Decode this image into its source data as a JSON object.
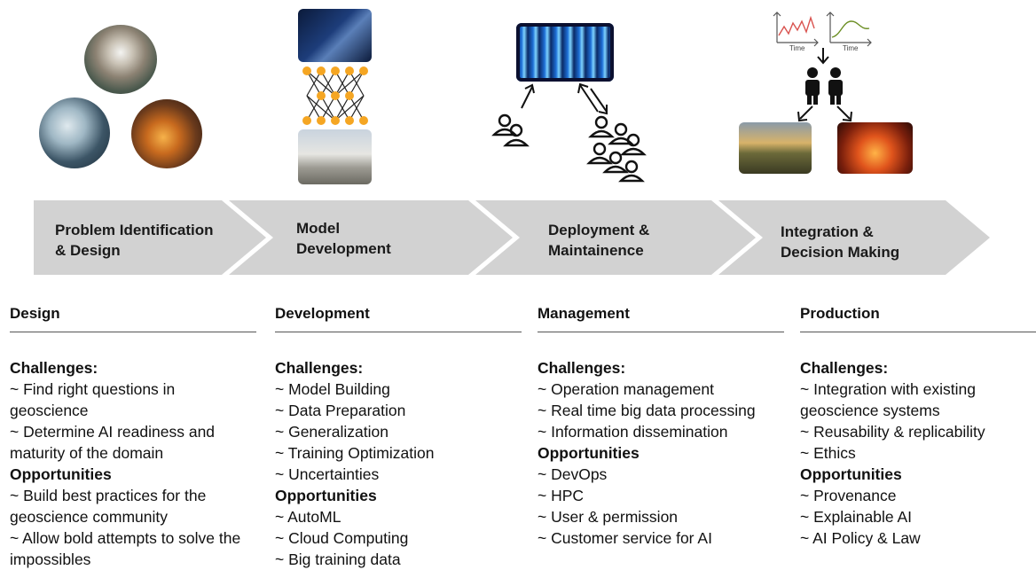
{
  "stages": [
    {
      "label": "Problem Identification\n& Design"
    },
    {
      "label": "Model\nDevelopment"
    },
    {
      "label": "Deployment &\nMaintainence"
    },
    {
      "label": "Integration &\nDecision Making"
    }
  ],
  "illustrations": {
    "trend_axis_label_1": "Time",
    "trend_axis_label_2": "Time"
  },
  "columns": [
    {
      "title": "Design",
      "challenges_heading": "Challenges:",
      "challenges": [
        " ~ Find right questions in geoscience",
        " ~ Determine AI readiness and maturity of the domain"
      ],
      "opportunities_heading": "Opportunities",
      "opportunities": [
        " ~ Build best practices for the geoscience community",
        " ~ Allow bold attempts to solve the impossibles"
      ]
    },
    {
      "title": "Development",
      "challenges_heading": "Challenges:",
      "challenges": [
        " ~ Model Building",
        " ~ Data Preparation",
        " ~ Generalization",
        " ~ Training Optimization",
        " ~ Uncertainties"
      ],
      "opportunities_heading": "Opportunities",
      "opportunities": [
        " ~ AutoML",
        " ~ Cloud Computing",
        " ~ Big training data"
      ]
    },
    {
      "title": "Management",
      "challenges_heading": "Challenges:",
      "challenges": [
        " ~ Operation management",
        " ~ Real time big data processing",
        " ~ Information dissemination"
      ],
      "opportunities_heading": "Opportunities",
      "opportunities": [
        " ~ DevOps",
        " ~ HPC",
        " ~ User & permission",
        " ~ Customer service for AI"
      ]
    },
    {
      "title": "Production",
      "challenges_heading": "Challenges:",
      "challenges": [
        " ~ Integration with existing geoscience systems",
        " ~ Reusability & replicability",
        " ~ Ethics"
      ],
      "opportunities_heading": "Opportunities",
      "opportunities": [
        " ~ Provenance",
        " ~ Explainable AI",
        " ~ AI Policy & Law"
      ]
    }
  ]
}
